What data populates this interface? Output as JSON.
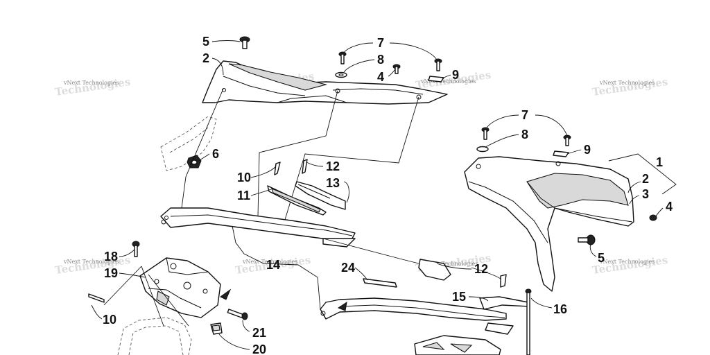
{
  "watermark": {
    "text": "vNext Technologies"
  },
  "callouts": [
    {
      "id": "c-5a",
      "label": "5"
    },
    {
      "id": "c-2a",
      "label": "2"
    },
    {
      "id": "c-7a",
      "label": "7"
    },
    {
      "id": "c-8a",
      "label": "8"
    },
    {
      "id": "c-4a",
      "label": "4"
    },
    {
      "id": "c-9a",
      "label": "9"
    },
    {
      "id": "c-6",
      "label": "6"
    },
    {
      "id": "c-10a",
      "label": "10"
    },
    {
      "id": "c-11",
      "label": "11"
    },
    {
      "id": "c-12a",
      "label": "12"
    },
    {
      "id": "c-13",
      "label": "13"
    },
    {
      "id": "c-7b",
      "label": "7"
    },
    {
      "id": "c-8b",
      "label": "8"
    },
    {
      "id": "c-9b",
      "label": "9"
    },
    {
      "id": "c-1",
      "label": "1"
    },
    {
      "id": "c-2b",
      "label": "2"
    },
    {
      "id": "c-3",
      "label": "3"
    },
    {
      "id": "c-4b",
      "label": "4"
    },
    {
      "id": "c-5b",
      "label": "5"
    },
    {
      "id": "c-18",
      "label": "18"
    },
    {
      "id": "c-19",
      "label": "19"
    },
    {
      "id": "c-14",
      "label": "14"
    },
    {
      "id": "c-24",
      "label": "24"
    },
    {
      "id": "c-12b",
      "label": "12"
    },
    {
      "id": "c-15",
      "label": "15"
    },
    {
      "id": "c-16",
      "label": "16"
    },
    {
      "id": "c-10b",
      "label": "10"
    },
    {
      "id": "c-21",
      "label": "21"
    },
    {
      "id": "c-20",
      "label": "20"
    }
  ]
}
